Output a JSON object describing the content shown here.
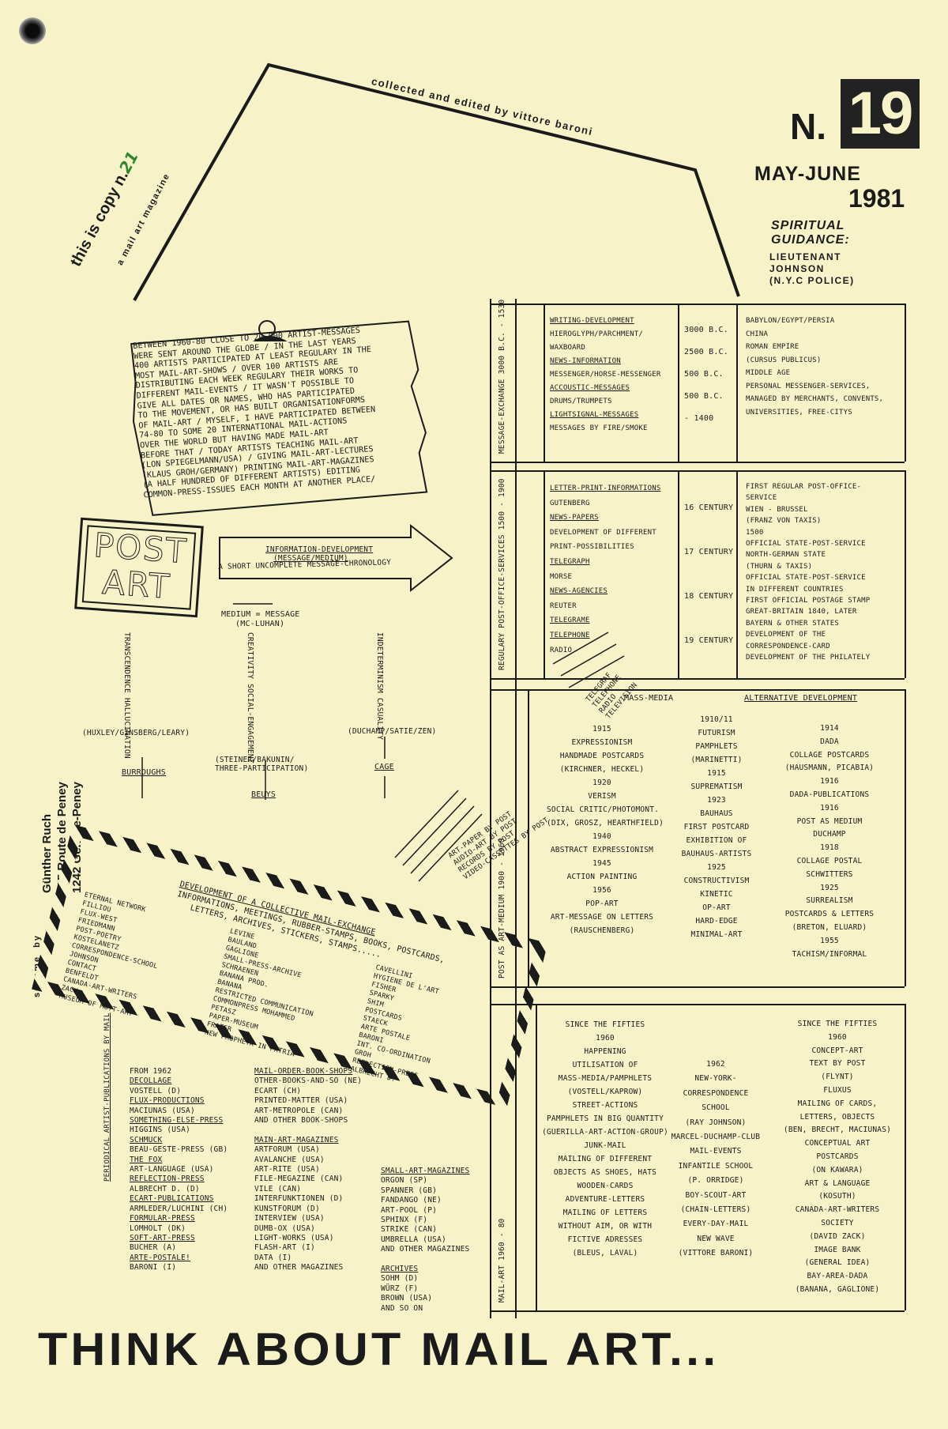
{
  "header": {
    "issue_prefix": "N.",
    "issue_number": "19",
    "date_months": "MAY-JUNE",
    "date_year": "1981",
    "spiritual_label": "SPIRITUAL",
    "guidance_label": "GUIDANCE:",
    "guide_line1": "LIEUTENANT",
    "guide_line2": "JOHNSON",
    "guide_line3": "(N.Y.C POLICE)",
    "copy_text": "this is copy n.",
    "copy_number": "21",
    "magazine_tag": "a mail art magazine",
    "editor_line": "collected and edited by vittore baroni"
  },
  "note": {
    "text": "BETWEEN 1960-80 CLOSE TO 20.000 ARTIST-MESSAGES\nWERE SENT AROUND THE GLOBE / IN THE LAST YEARS\n400 ARTISTS PARTICIPATED AT LEAST REGULARY IN THE\nMOST MAIL-ART-SHOWS / OVER 100 ARTISTS ARE\nDISTRIBUTING EACH WEEK REGULARY THEIR WORKS TO\nDIFFERENT MAIL-EVENTS / IT WASN'T POSSIBLE TO\nGIVE ALL DATES OR NAMES, WHO HAS PARTICIPATED\nTO THE MOVEMENT, OR HAS BUILT ORGANISATIONFORMS\nOF MAIL-ART / MYSELF, I HAVE PARTICIPATED BETWEEN\n74-80 TO SOME 20 INTERNATIONAL MAIL-ACTIONS\nOVER THE WORLD BUT HAVING MADE MAIL-ART\nBEFORE THAT / TODAY ARTISTS TEACHING MAIL-ART\n(LON SPIEGELMANN/USA) / GIVING MAIL-ART-LECTURES\n(KLAUS GROH/GERMANY) PRINTING MAIL-ART-MAGAZINES\n(A HALF HUNDRED OF DIFFERENT ARTISTS) EDITING\nCOMMON-PRESS-ISSUES EACH MONTH AT ANOTHER PLACE/"
  },
  "postart": {
    "word1": "POST",
    "word2": "ART"
  },
  "chronology": {
    "arrow_top": "INFORMATION-DEVELOPMENT",
    "arrow_top2": "(MESSAGE/MEDIUM)",
    "arrow_bottom": "A SHORT UNCOMPLETE MESSAGE-CHRONOLOGY",
    "medium": "MEDIUM = MESSAGE",
    "medium2": "(MC-LUHAN)",
    "branch1": "TRANSCENDENCE HALLUCINATION",
    "branch1_names": "(HUXLEY/GINSBERG/LEARY)",
    "branch1_end": "BURROUGHS",
    "branch2": "CREATIVITY SOCIAL-ENGAGEMENT",
    "branch2_names1": "(STEINER/BAKUNIN/",
    "branch2_names2": "THREE-PARTICIPATION)",
    "branch2_end": "BEUYS",
    "branch3": "INDETERMINISM CASUALITY",
    "branch3_names": "(DUCHAMP/SATIE/ZEN)",
    "branch3_end": "CAGE",
    "diag1": "TELEGRAF",
    "diag2": "TELEPHONE",
    "diag3": "RADIO",
    "diag4": "TELEVISION",
    "diag5": "ART-PAPER BY POST",
    "diag6": "AUDIO-ART BY POST",
    "diag7": "RECORDS BY POST",
    "diag8": "VIDEO-CASSETTES BY POST"
  },
  "credit": {
    "scheme": "scheme",
    "by": "by",
    "author": "Günther Ruch",
    "address1": "115 Route de Peney",
    "address2": "1242 Genève-Peney"
  },
  "envelope": {
    "line1": "DEVELOPMENT OF A COLLECTIVE MAIL-EXCHANGE",
    "line2": "INFORMATIONS, MEETINGS, RUBBER-STAMPS, BOOKS, POSTCARDS,",
    "line3": "LETTERS, ARCHIVES, STICKERS, STAMPS.....",
    "names": [
      "ETERNAL NETWORK",
      "FILLIOU",
      "FLUX-WEST",
      "FRIEDMANN",
      "POST-POETRY",
      "KOSTELANETZ",
      "CORRESPONDENCE-SCHOOL",
      "JOHNSON",
      "CONTACT",
      "BENFELDT",
      "CANADA-ART-WRITERS",
      "ZACK",
      "MUSEUM OF MOTT-ART",
      "LEVINE",
      "BAULAND",
      "GAGLIONE",
      "SMALL-PRESS-ARCHIVE",
      "SCHRAENEN",
      "BANANA PROD.",
      "BANANA",
      "RESTRICTED COMMUNICATION",
      "COMMONPRESS MOHAMMED",
      "PETASZ",
      "PAPER-MUSEUM",
      "FRAZER",
      "NEW PROPHETA IN PATRIA",
      "CAVELLINI",
      "HYGIENE DE L'ART",
      "FISHER",
      "SPARKY",
      "SHIM",
      "POSTCARDS",
      "STAECK",
      "ARTE POSTALE",
      "BARONI",
      "INT. CO-ORDINATION",
      "GROH",
      "REFLECTION-PRESS",
      "ALBRECHT D."
    ]
  },
  "periodical": {
    "label": "PERIODICAL ARTIST-PUBLICATIONS BY MAIL",
    "col1": [
      "FROM 1962",
      "DECOLLAGE",
      "VOSTELL (D)",
      "FLUX-PRODUCTIONS",
      "MACIUNAS (USA)",
      "SOMETHING-ELSE-PRESS",
      "HIGGINS (USA)",
      "SCHMUCK",
      "BEAU-GESTE-PRESS (GB)",
      "THE FOX",
      "ART-LANGUAGE (USA)",
      "REFLECTION-PRESS",
      "ALBRECHT D. (D)",
      "ECART-PUBLICATIONS",
      "ARMLEDER/LUCHINI (CH)",
      "FORMULAR-PRESS",
      "LOMHOLT (DK)",
      "SOFT-ART-PRESS",
      "BUCHER (A)",
      "ARTE-POSTALE!",
      "BARONI (I)"
    ],
    "col2": [
      "MAIL-ORDER-BOOK-SHOPS",
      "OTHER-BOOKS-AND-SO (NE)",
      "ECART (CH)",
      "PRINTED-MATTER (USA)",
      "ART-METROPOLE (CAN)",
      "AND OTHER BOOK-SHOPS",
      "",
      "MAIN-ART-MAGAZINES",
      "ARTFORUM (USA)",
      "AVALANCHE (USA)",
      "ART-RITE (USA)",
      "FILE-MEGAZINE (CAN)",
      "VILE (CAN)",
      "INTERFUNKTIONEN (D)",
      "KUNSTFORUM (D)",
      "INTERVIEW (USA)",
      "DUMB-OX (USA)",
      "LIGHT-WORKS (USA)",
      "FLASH-ART (I)",
      "DATA (I)",
      "AND OTHER MAGAZINES"
    ],
    "col3": [
      "SMALL-ART-MAGAZINES",
      "ORGON (SP)",
      "SPANNER (GB)",
      "FANDANGO (NE)",
      "ART-POOL (P)",
      "SPHINX (F)",
      "STRIKE (CAN)",
      "UMBRELLA (USA)",
      "AND OTHER MAGAZINES",
      "",
      "ARCHIVES",
      "SOHM (D)",
      "WÜRZ (F)",
      "BROWN (USA)",
      "AND SO ON"
    ]
  },
  "table": {
    "rows": [
      {
        "label": "MESSAGE-EXCHANGE 3000 B.C. - 1530",
        "middle": [
          "WRITING-DEVELOPMENT",
          "HIEROGLYPH/PARCHMENT/",
          "WAXBOARD",
          "NEWS-INFORMATION",
          "MESSENGER/HORSE-MESSENGER",
          "ACCOUSTIC-MESSAGES",
          "DRUMS/TRUMPETS",
          "LIGHTSIGNAL-MESSAGES",
          "MESSAGES BY FIRE/SMOKE"
        ],
        "dates": [
          "3000 B.C.",
          "2500 B.C.",
          "500 B.C.",
          "500 B.C.",
          "- 1400"
        ],
        "right": [
          "BABYLON/EGYPT/PERSIA",
          "CHINA",
          "ROMAN EMPIRE",
          "(CURSUS PUBLICUS)",
          "MIDDLE AGE",
          "PERSONAL MESSENGER-SERVICES,",
          "MANAGED BY MERCHANTS, CONVENTS,",
          "UNIVERSITIES, FREE-CITYS"
        ]
      },
      {
        "label": "REGULARY POST-OFFICE-SERVICES 1500 - 1900",
        "middle": [
          "LETTER-PRINT-INFORMATIONS",
          "GUTENBERG",
          "NEWS-PAPERS",
          "DEVELOPMENT OF DIFFERENT",
          "PRINT-POSSIBILITIES",
          "TELEGRAPH",
          "MORSE",
          "NEWS-AGENCIES",
          "REUTER",
          "TELEGRAME",
          "TELEPHONE",
          "RADIO"
        ],
        "dates": [
          "16 CENTURY",
          "17 CENTURY",
          "18 CENTURY",
          "19 CENTURY"
        ],
        "right": [
          "FIRST REGULAR POST-OFFICE-",
          "SERVICE",
          "WIEN - BRUSSEL",
          "(FRANZ VON TAXIS)",
          "1500",
          "OFFICIAL STATE-POST-SERVICE",
          "NORTH-GERMAN STATE",
          "(THURN & TAXIS)",
          "OFFICIAL STATE-POST-SERVICE",
          "IN DIFFERENT COUNTRIES",
          "FIRST OFFICIAL POSTAGE STAMP",
          "GREAT-BRITAIN 1840, LATER",
          "BAYERN & OTHER STATES",
          "DEVELOPMENT OF THE",
          "CORRESPONDENCE-CARD",
          "DEVELOPMENT OF THE PHILATELY"
        ]
      },
      {
        "label": "POST AS ART-MEDIUM 1900 - 1960",
        "head_left": "MASS-MEDIA",
        "head_right": "ALTERNATIVE DEVELOPMENT",
        "left": [
          "1915",
          "EXPRESSIONISM",
          "HANDMADE POSTCARDS",
          "(KIRCHNER, HECKEL)",
          "1920",
          "VERISM",
          "SOCIAL CRITIC/PHOTOMONT.",
          "(DIX, GROSZ, HEARTHFIELD)",
          "1940",
          "ABSTRACT EXPRESSIONISM",
          "1945",
          "ACTION PAINTING",
          "1956",
          "POP-ART",
          "ART-MESSAGE ON LETTERS",
          "(RAUSCHENBERG)"
        ],
        "middle": [
          "1910/11",
          "FUTURISM",
          "PAMPHLETS",
          "(MARINETTI)",
          "1915",
          "SUPREMATISM",
          "1923",
          "BAUHAUS",
          "FIRST POSTCARD",
          "EXHIBITION OF",
          "BAUHAUS-ARTISTS",
          "1925",
          "CONSTRUCTIVISM",
          "KINETIC",
          "OP-ART",
          "HARD-EDGE",
          "MINIMAL-ART"
        ],
        "right": [
          "1914",
          "DADA",
          "COLLAGE POSTCARDS",
          "(HAUSMANN, PICABIA)",
          "1916",
          "DADA-PUBLICATIONS",
          "1916",
          "POST AS MEDIUM",
          "DUCHAMP",
          "1918",
          "COLLAGE POSTAL",
          "SCHWITTERS",
          "1925",
          "SURREALISM",
          "POSTCARDS & LETTERS",
          "(BRETON, ELUARD)",
          "1955",
          "TACHISM/INFORMAL"
        ]
      },
      {
        "label": "MAIL-ART 1960 - 80",
        "left": [
          "SINCE THE FIFTIES",
          "1960",
          "HAPPENING",
          "UTILISATION OF",
          "MASS-MEDIA/PAMPHLETS",
          "(VOSTELL/KAPROW)",
          "STREET-ACTIONS",
          "PAMPHLETS IN BIG QUANTITY",
          "(GUERILLA-ART-ACTION-GROUP)",
          "JUNK-MAIL",
          "MAILING OF DIFFERENT",
          "OBJECTS AS SHOES, HATS",
          "WOODEN-CARDS",
          "ADVENTURE-LETTERS",
          "MAILING OF LETTERS",
          "WITHOUT AIM, OR WITH",
          "FICTIVE ADRESSES",
          "(BLEUS, LAVAL)"
        ],
        "middle": [
          "1962",
          "NEW-YORK-",
          "CORRESPONDENCE",
          "SCHOOL",
          "(RAY JOHNSON)",
          "MARCEL-DUCHAMP-CLUB",
          "MAIL-EVENTS",
          "INFANTILE SCHOOL",
          "(P. ORRIDGE)",
          "BOY-SCOUT-ART",
          "(CHAIN-LETTERS)",
          "EVERY-DAY-MAIL",
          "NEW WAVE",
          "(VITTORE BARONI)"
        ],
        "right": [
          "SINCE THE FIFTIES",
          "1960",
          "CONCEPT-ART",
          "TEXT BY POST",
          "(FLYNT)",
          "FLUXUS",
          "MAILING OF CARDS,",
          "LETTERS, OBJECTS",
          "(BEN, BRECHT, MACIUNAS)",
          "CONCEPTUAL ART",
          "POSTCARDS",
          "(ON KAWARA)",
          "ART & LANGUAGE",
          "(KOSUTH)",
          "CANADA-ART-WRITERS",
          "SOCIETY",
          "(DAVID ZACK)",
          "IMAGE BANK",
          "(GENERAL IDEA)",
          "BAY-AREA-DADA",
          "(BANANA, GAGLIONE)"
        ]
      }
    ]
  },
  "footer": {
    "slogan": "THINK ABOUT MAIL ART..."
  }
}
